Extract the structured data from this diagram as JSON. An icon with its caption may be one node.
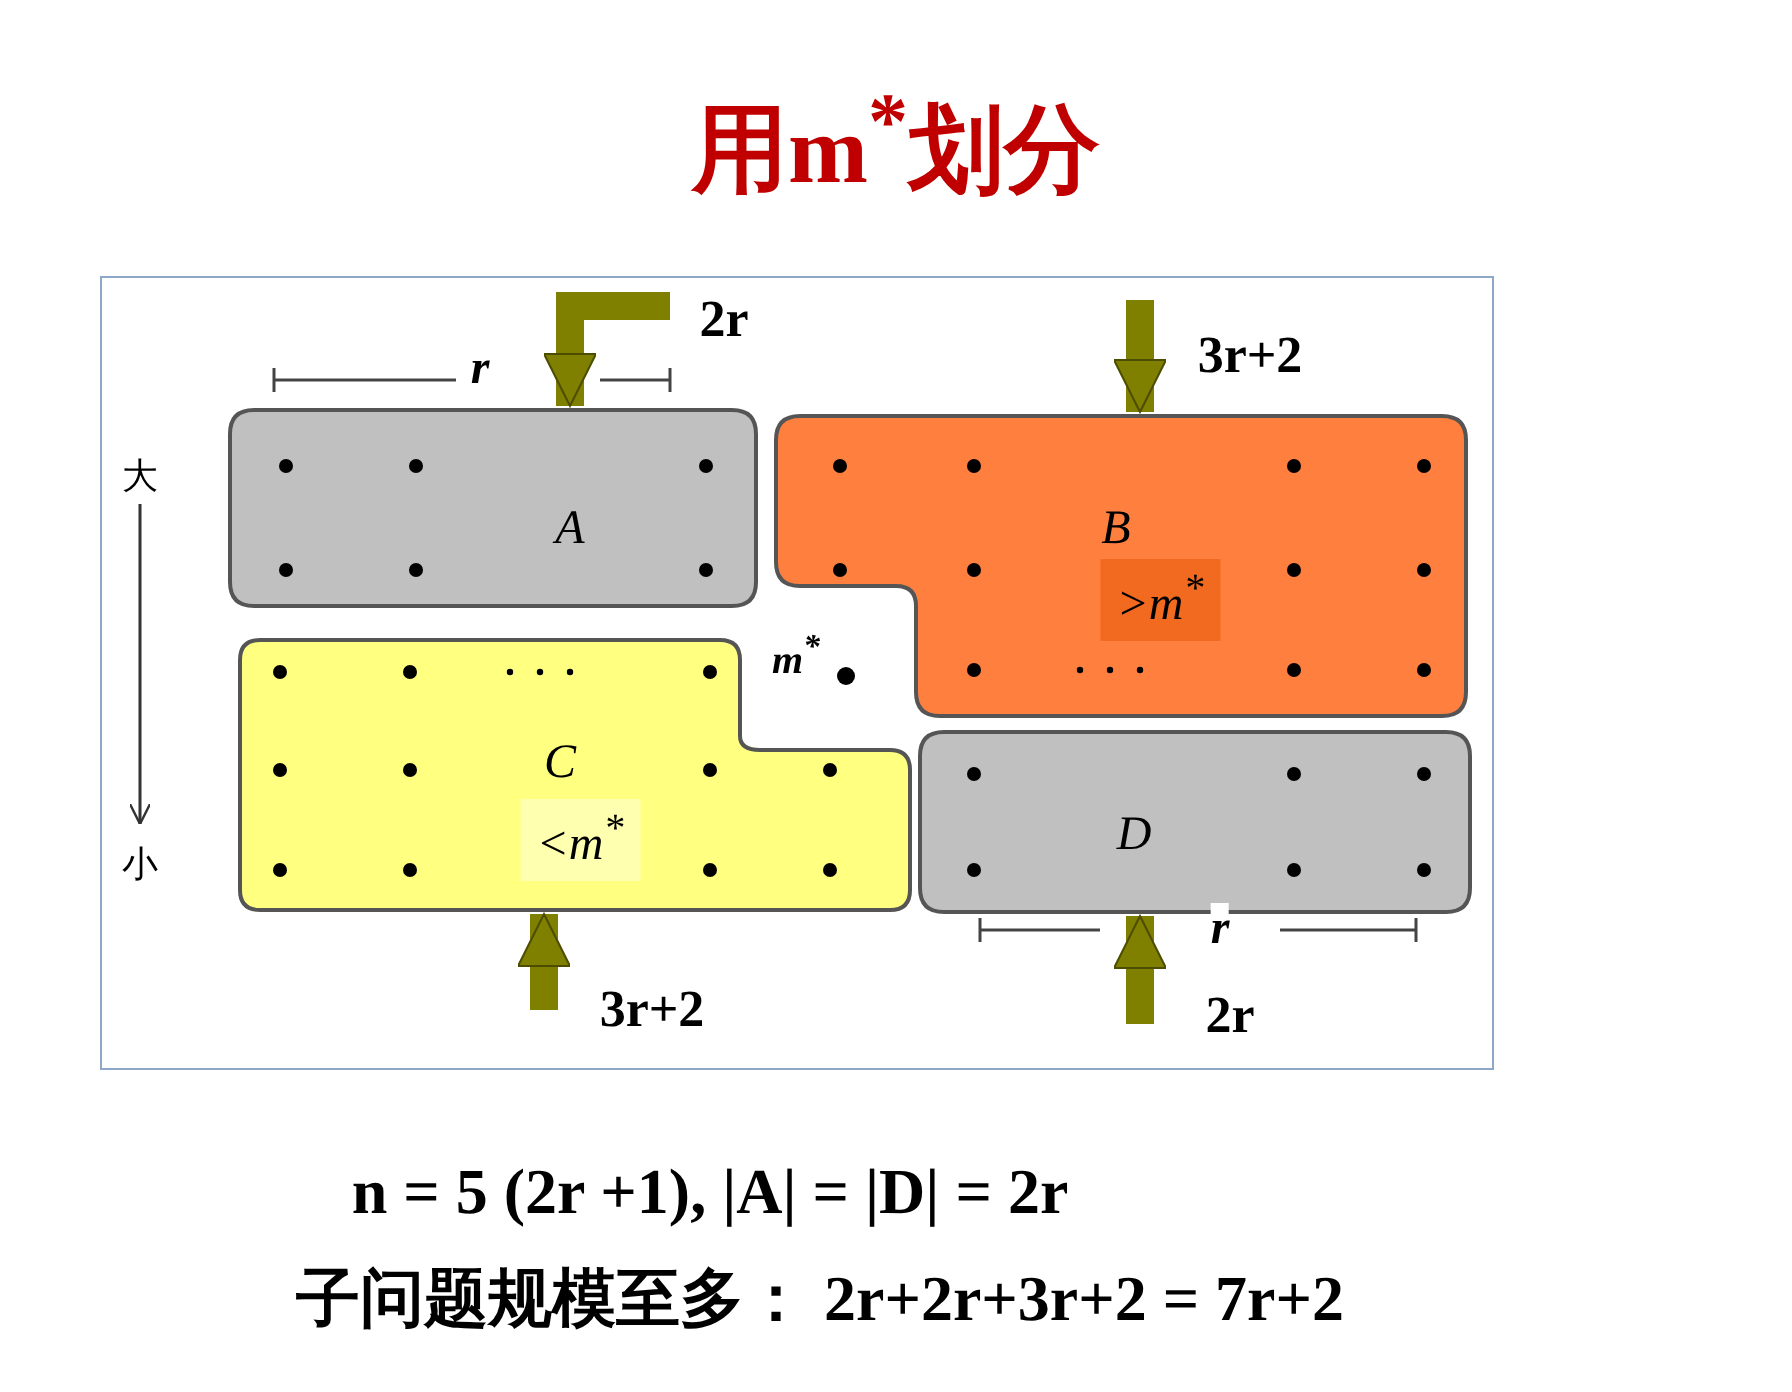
{
  "diagram": {
    "title": "用m$^{*}$划分",
    "nodes": [
      {
        "text": [
          "A"
        ],
        "beside": [
          "r"
        ]
      },
      {
        "text": [
          "B",
          ">m$^{*}$"
        ]
      },
      {
        "text": [
          "C",
          "<m$^{*}$"
        ]
      },
      {
        "text": [
          "D"
        ],
        "beside": [
          "r"
        ]
      }
    ],
    "edges": [
      {
        "from": null,
        "to": 0,
        "arrow": "to",
        "label": "2r"
      },
      {
        "from": null,
        "to": 1,
        "arrow": "to",
        "label": "3r+2"
      },
      {
        "from": null,
        "to": 2,
        "arrow": "to",
        "label": "3r+2"
      },
      {
        "from": null,
        "to": 3,
        "arrow": "to",
        "label": "2r"
      }
    ],
    "labels": [
      "大",
      "m$^{*}$",
      "小",
      "n = 5 (2r +1),  |A| = |D| = 2r",
      "子问题规模至多：  2r+2r+3r+2 = 7r+2"
    ]
  }
}
